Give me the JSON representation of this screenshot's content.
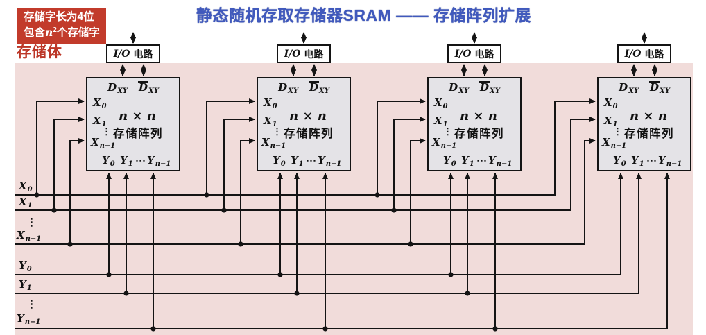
{
  "colors": {
    "panel_pink": "#f1dcda",
    "block_gray": "#e4e3e7",
    "note_red": "#c23b2b",
    "label_red": "#bc3627",
    "title_blue": "#4059bd",
    "wire_black": "#141414"
  },
  "header": {
    "title": "静态随机存取存储器SRAM —— 存储阵列扩展",
    "note": {
      "line1": "存储字长为4位",
      "line2_prefix": "包含",
      "line2_var": "n",
      "line2_sup": "2",
      "line2_suffix": "个存储字"
    },
    "body_label": "存储体"
  },
  "io_boxes": [
    {
      "io": "I/O",
      "cn": "电路"
    },
    {
      "io": "I/O",
      "cn": "电路"
    },
    {
      "io": "I/O",
      "cn": "电路"
    },
    {
      "io": "I/O",
      "cn": "电路"
    }
  ],
  "blocks": [
    {
      "d": {
        "base": "D",
        "sub": "XY"
      },
      "dbar": {
        "base": "D",
        "sub": "XY"
      },
      "x0": {
        "base": "X",
        "sub": "0"
      },
      "x1": {
        "base": "X",
        "sub": "1"
      },
      "vdots": "⋮",
      "xn": {
        "base": "X",
        "sub": "n−1"
      },
      "size": "n × n",
      "name": "存储阵列",
      "y0": {
        "base": "Y",
        "sub": "0"
      },
      "y1": {
        "base": "Y",
        "sub": "1"
      },
      "cdots": "⋯",
      "yn": {
        "base": "Y",
        "sub": "n−1"
      }
    },
    {
      "d": {
        "base": "D",
        "sub": "XY"
      },
      "dbar": {
        "base": "D",
        "sub": "XY"
      },
      "x0": {
        "base": "X",
        "sub": "0"
      },
      "x1": {
        "base": "X",
        "sub": "1"
      },
      "vdots": "⋮",
      "xn": {
        "base": "X",
        "sub": "n−1"
      },
      "size": "n × n",
      "name": "存储阵列",
      "y0": {
        "base": "Y",
        "sub": "0"
      },
      "y1": {
        "base": "Y",
        "sub": "1"
      },
      "cdots": "⋯",
      "yn": {
        "base": "Y",
        "sub": "n−1"
      }
    },
    {
      "d": {
        "base": "D",
        "sub": "XY"
      },
      "dbar": {
        "base": "D",
        "sub": "XY"
      },
      "x0": {
        "base": "X",
        "sub": "0"
      },
      "x1": {
        "base": "X",
        "sub": "1"
      },
      "vdots": "⋮",
      "xn": {
        "base": "X",
        "sub": "n−1"
      },
      "size": "n × n",
      "name": "存储阵列",
      "y0": {
        "base": "Y",
        "sub": "0"
      },
      "y1": {
        "base": "Y",
        "sub": "1"
      },
      "cdots": "⋯",
      "yn": {
        "base": "Y",
        "sub": "n−1"
      }
    },
    {
      "d": {
        "base": "D",
        "sub": "XY"
      },
      "dbar": {
        "base": "D",
        "sub": "XY"
      },
      "x0": {
        "base": "X",
        "sub": "0"
      },
      "x1": {
        "base": "X",
        "sub": "1"
      },
      "vdots": "⋮",
      "xn": {
        "base": "X",
        "sub": "n−1"
      },
      "size": "n × n",
      "name": "存储阵列",
      "y0": {
        "base": "Y",
        "sub": "0"
      },
      "y1": {
        "base": "Y",
        "sub": "1"
      },
      "cdots": "⋯",
      "yn": {
        "base": "Y",
        "sub": "n−1"
      }
    }
  ],
  "bus": {
    "x0": {
      "base": "X",
      "sub": "0"
    },
    "x1": {
      "base": "X",
      "sub": "1"
    },
    "vdots_x": "⋮",
    "xn": {
      "base": "X",
      "sub": "n−1"
    },
    "y0": {
      "base": "Y",
      "sub": "0"
    },
    "y1": {
      "base": "Y",
      "sub": "1"
    },
    "vdots_y": "⋮",
    "yn": {
      "base": "Y",
      "sub": "n−1"
    }
  }
}
